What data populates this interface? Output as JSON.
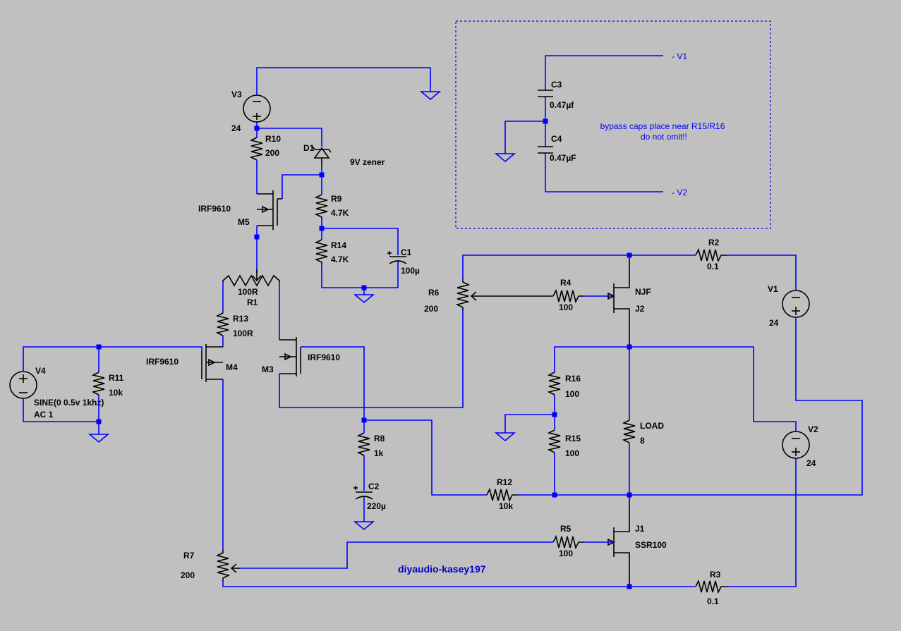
{
  "components": {
    "v3": {
      "ref": "V3",
      "value": "24"
    },
    "r10": {
      "ref": "R10",
      "value": "200"
    },
    "d1": {
      "ref": "D1",
      "value": "9V zener"
    },
    "r9": {
      "ref": "R9",
      "value": "4.7K"
    },
    "r14": {
      "ref": "R14",
      "value": "4.7K"
    },
    "c1": {
      "ref": "C1",
      "value": "100µ"
    },
    "m5": {
      "ref": "M5",
      "value": "IRF9610"
    },
    "r1": {
      "ref": "R1",
      "value": "100R"
    },
    "r13": {
      "ref": "R13",
      "value": "100R"
    },
    "m4": {
      "ref": "M4",
      "value": "IRF9610"
    },
    "m3": {
      "ref": "M3",
      "value": "IRF9610"
    },
    "v4": {
      "ref": "V4",
      "value": "SINE(0 0.5v 1khz)",
      "ac": "AC 1"
    },
    "r11": {
      "ref": "R11",
      "value": "10k"
    },
    "r8": {
      "ref": "R8",
      "value": "1k"
    },
    "c2": {
      "ref": "C2",
      "value": "220µ"
    },
    "r6": {
      "ref": "R6",
      "value": "200"
    },
    "r4": {
      "ref": "R4",
      "value": "100"
    },
    "j2": {
      "ref": "J2",
      "value": "NJF"
    },
    "r2": {
      "ref": "R2",
      "value": "0.1"
    },
    "v1": {
      "ref": "V1",
      "value": "24"
    },
    "r16": {
      "ref": "R16",
      "value": "100"
    },
    "r15": {
      "ref": "R15",
      "value": "100"
    },
    "load": {
      "ref": "LOAD",
      "value": "8"
    },
    "v2": {
      "ref": "V2",
      "value": "24"
    },
    "r12": {
      "ref": "R12",
      "value": "10k"
    },
    "j1": {
      "ref": "J1",
      "value": "SSR100"
    },
    "r5": {
      "ref": "R5",
      "value": "100"
    },
    "r7": {
      "ref": "R7",
      "value": "200"
    },
    "r3": {
      "ref": "R3",
      "value": "0.1"
    },
    "c3": {
      "ref": "C3",
      "value": "0.47µf"
    },
    "c4": {
      "ref": "C4",
      "value": "0.47µF"
    }
  },
  "netlabels": {
    "minus_v1": "- V1",
    "minus_v2": "- V2"
  },
  "notes": {
    "bypass_line1": "bypass caps place near  R15/R16",
    "bypass_line2": "do not omit!!"
  },
  "credit": "diyaudio-kasey197",
  "colors": {
    "background": "#c0c0c0",
    "wire": "#0000ff",
    "component": "#000000",
    "text": "#000000",
    "note": "#0000ff"
  }
}
